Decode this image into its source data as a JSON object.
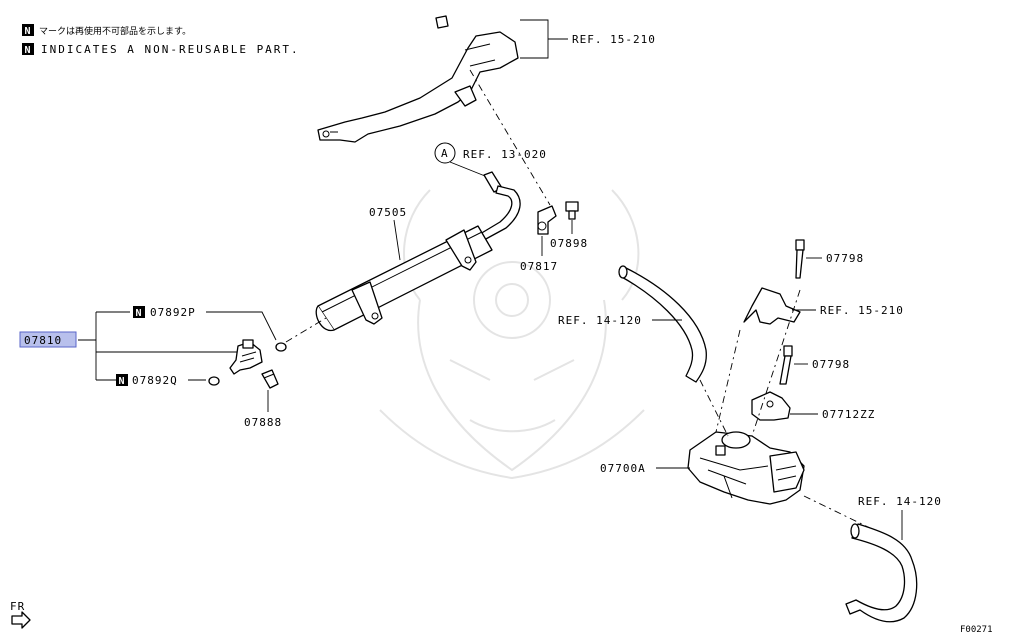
{
  "notes": {
    "line1_jp": "マークは再使用不可部品を示します。",
    "line2_en": "INDICATES A NON-REUSABLE PART.",
    "badge_letter": "N"
  },
  "labels": {
    "ref_15_210_top": "REF. 15-210",
    "ref_13_020": "REF. 13-020",
    "callout_a": "A",
    "p07505": "07505",
    "p07898": "07898",
    "p07817": "07817",
    "p07798_top": "07798",
    "ref_15_210_right": "REF. 15-210",
    "ref_14_120_mid": "REF. 14-120",
    "p07798_mid": "07798",
    "p07712zz": "07712ZZ",
    "p07700a": "07700A",
    "ref_14_120_bottom": "REF. 14-120",
    "p07810": "07810",
    "p07892p": "07892P",
    "p07892q": "07892Q",
    "p07888": "07888",
    "fr": "FR",
    "diagram_code": "F00271"
  },
  "colors": {
    "highlight_fill": "#b8c0ec",
    "highlight_border": "#5a66c8",
    "line": "#000000"
  }
}
